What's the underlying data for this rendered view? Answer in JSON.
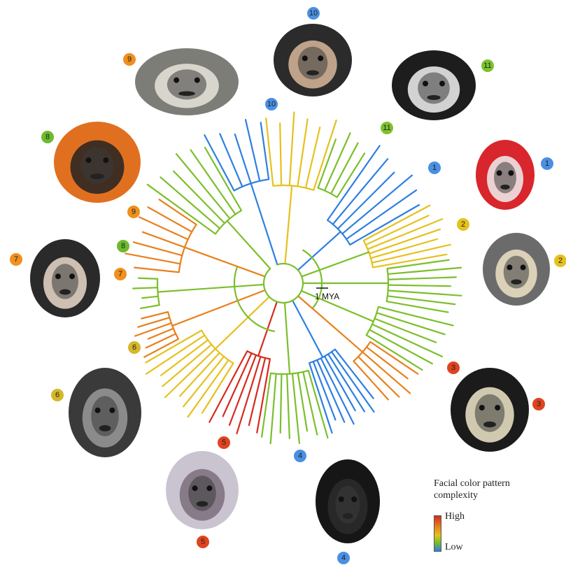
{
  "scale_bar": {
    "label": "1 MYA"
  },
  "legend": {
    "title_line1": "Facial color pattern",
    "title_line2": "complexity",
    "high_label": "High",
    "low_label": "Low",
    "colors": [
      "#d62b1e",
      "#e8801c",
      "#e5c11e",
      "#7bbf2a",
      "#2d7fe0"
    ]
  },
  "score_colors": {
    "1": "#4a90e2",
    "2": "#e5c11e",
    "3": "#e0431f",
    "4": "#4a90e2",
    "5": "#e0431f",
    "6": "#d6b72a",
    "7": "#f0901e",
    "8": "#6dbb2e",
    "9": "#ef8f1d",
    "10": "#4a90e2",
    "11": "#7cc22e"
  },
  "faces": [
    {
      "id": "face-10",
      "score": "10",
      "palette": [
        "#2b2b2b",
        "#d8b79a"
      ]
    },
    {
      "id": "face-11",
      "score": "11",
      "palette": [
        "#1d1d1d",
        "#f2f2f2"
      ]
    },
    {
      "id": "face-1",
      "score": "1",
      "palette": [
        "#d8262c",
        "#f0f0f0"
      ]
    },
    {
      "id": "face-2",
      "score": "2",
      "palette": [
        "#6b6b6b",
        "#efe2c5"
      ]
    },
    {
      "id": "face-3",
      "score": "3",
      "palette": [
        "#1b1b1b",
        "#f1e7c9"
      ]
    },
    {
      "id": "face-4",
      "score": "4",
      "palette": [
        "#161616",
        "#2b2b2b"
      ]
    },
    {
      "id": "face-5",
      "score": "5",
      "palette": [
        "#c9c4d0",
        "#7d6f7d"
      ]
    },
    {
      "id": "face-6",
      "score": "6",
      "palette": [
        "#3a3a3a",
        "#9a9a9a"
      ]
    },
    {
      "id": "face-7",
      "score": "7",
      "palette": [
        "#2a2a2a",
        "#ead9c9"
      ]
    },
    {
      "id": "face-8",
      "score": "8",
      "palette": [
        "#e07020",
        "#222222"
      ]
    },
    {
      "id": "face-9",
      "score": "9",
      "palette": [
        "#7d7d78",
        "#e8e4da"
      ]
    }
  ],
  "tree_badges": [
    {
      "id": "tree-badge-10",
      "score": "10"
    },
    {
      "id": "tree-badge-11",
      "score": "11"
    },
    {
      "id": "tree-badge-1",
      "score": "1"
    },
    {
      "id": "tree-badge-2",
      "score": "2"
    },
    {
      "id": "tree-badge-3",
      "score": "3"
    },
    {
      "id": "tree-badge-4",
      "score": "4"
    },
    {
      "id": "tree-badge-5",
      "score": "5"
    },
    {
      "id": "tree-badge-6",
      "score": "6"
    },
    {
      "id": "tree-badge-7",
      "score": "7"
    },
    {
      "id": "tree-badge-8",
      "score": "8"
    },
    {
      "id": "tree-badge-9",
      "score": "9"
    }
  ],
  "tree_colors": {
    "blue": "#2d7fe0",
    "green": "#7bbf2a",
    "yellow": "#e5c11e",
    "orange": "#e8801c",
    "red": "#d62b1e"
  }
}
